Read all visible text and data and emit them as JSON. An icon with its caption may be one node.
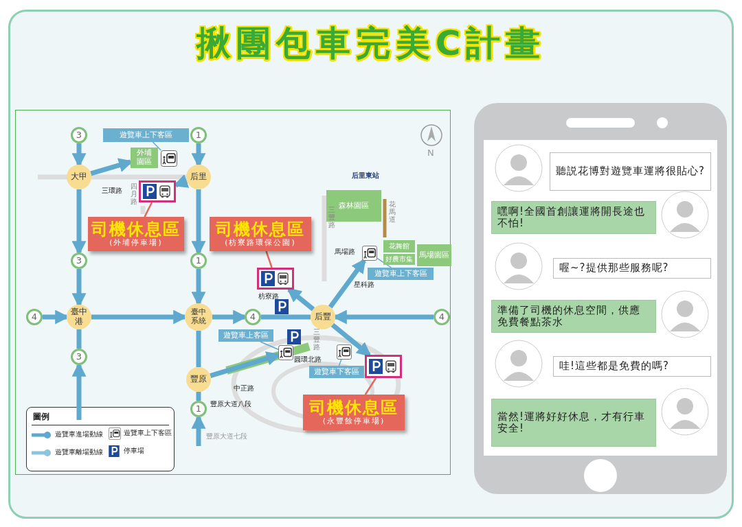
{
  "diagram": {
    "title": "揪團包車完美C計畫",
    "nodes": [
      {
        "text": [
          "3"
        ]
      },
      {
        "text": [
          "遊覽車上下客區"
        ]
      },
      {
        "text": [
          "1"
        ]
      },
      {
        "text": [
          "外埔園區"
        ]
      },
      {
        "text": [],
        "shape": "picture"
      },
      {
        "text": [
          "大甲"
        ]
      },
      {
        "text": [
          "后里"
        ]
      },
      {
        "text": [],
        "shape": "box"
      },
      {
        "text": [
          "司機休息區",
          "(外埔停車場)"
        ]
      },
      {
        "text": [
          "司機休息區",
          "(枋寮路環保公園)"
        ]
      },
      {
        "text": [
          "森林園區"
        ]
      },
      {
        "text": [],
        "shape": "box"
      },
      {
        "text": [
          "3"
        ]
      },
      {
        "text": [
          "1"
        ]
      },
      {
        "text": [
          "花舞館"
        ]
      },
      {
        "text": [
          "馬場園區"
        ]
      },
      {
        "text": [
          "好農市集"
        ]
      },
      {
        "text": [],
        "shape": "picture"
      },
      {
        "text": [
          "遊覽車上下客區"
        ]
      },
      {
        "text": [
          "臺中港"
        ]
      },
      {
        "text": [
          "臺中系統"
        ]
      },
      {
        "text": [
          "4"
        ]
      },
      {
        "text": [
          "4"
        ]
      },
      {
        "text": [
          "后豐"
        ]
      },
      {
        "text": [
          "4"
        ]
      },
      {
        "text": [
          "遊覽車上客區"
        ]
      },
      {
        "text": [],
        "shape": "picture"
      },
      {
        "text": [
          "3"
        ]
      },
      {
        "text": [
          "豐原"
        ]
      },
      {
        "text": [],
        "shape": "picture"
      },
      {
        "text": [
          "遊覽車下客區"
        ]
      },
      {
        "text": [],
        "shape": "box"
      },
      {
        "text": [
          "1"
        ]
      },
      {
        "text": [
          "司機休息區",
          "(永豐餘停車場)"
        ]
      },
      {
        "text": [
          "聽説花博對遊覽車運將很貼心?"
        ]
      },
      {
        "text": [
          "嘿啊!全國首創讓運將開長途也不怕!"
        ]
      },
      {
        "text": [
          "喔~?提供那些服務呢?"
        ]
      },
      {
        "text": [
          "準備了司機的休息空間，供應免費餐點茶水"
        ]
      },
      {
        "text": [
          "哇!這些都是免費的嗎?"
        ]
      },
      {
        "text": [
          "當然!運將好好休息，才有行車安全!"
        ]
      }
    ],
    "edges": [
      {
        "from": 1,
        "to": 4,
        "arrow": "none"
      },
      {
        "from": 8,
        "to": 7,
        "arrow": "none",
        "color": "#e5675c"
      },
      {
        "from": 9,
        "to": 11,
        "arrow": "none",
        "color": "#e5675c"
      },
      {
        "from": 18,
        "to": 17,
        "arrow": "none"
      },
      {
        "from": 25,
        "to": 26,
        "arrow": "none"
      },
      {
        "from": 30,
        "to": 29,
        "arrow": "none"
      },
      {
        "from": 33,
        "to": 31,
        "arrow": "none",
        "color": "#e5675c"
      },
      {
        "from": 0,
        "to": 5,
        "arrow": "to"
      },
      {
        "from": 5,
        "to": 12,
        "arrow": "to"
      },
      {
        "from": 12,
        "to": 19,
        "arrow": "to"
      },
      {
        "from": 19,
        "to": 27,
        "arrow": "none"
      },
      {
        "from": null,
        "to": 27,
        "arrow": "to"
      },
      {
        "from": 2,
        "to": 6,
        "arrow": "to"
      },
      {
        "from": 6,
        "to": 13,
        "arrow": "to"
      },
      {
        "from": 13,
        "to": 20,
        "arrow": "to"
      },
      {
        "from": 20,
        "to": 28,
        "arrow": "none"
      },
      {
        "from": 28,
        "to": 32,
        "arrow": "none"
      },
      {
        "from": null,
        "to": 32,
        "arrow": "to"
      },
      {
        "from": 21,
        "to": 19,
        "arrow": "to"
      },
      {
        "from": 19,
        "to": 20,
        "arrow": "to"
      },
      {
        "from": 20,
        "to": 22,
        "arrow": "to"
      },
      {
        "from": 22,
        "to": 23,
        "arrow": "none"
      },
      {
        "from": 24,
        "to": 23,
        "arrow": "to"
      },
      {
        "from": 6,
        "to": 7,
        "arrow": "to"
      },
      {
        "from": 5,
        "to": 3,
        "arrow": "to"
      },
      {
        "from": 23,
        "to": 17,
        "arrow": "to"
      },
      {
        "from": 23,
        "to": 11,
        "arrow": "to"
      },
      {
        "from": 28,
        "to": 26,
        "arrow": "to"
      },
      {
        "from": 23,
        "to": 31,
        "arrow": "to"
      }
    ],
    "labels": [
      "三環路",
      "四月路",
      "后里東站",
      "花馬道",
      "三豐路",
      "馬場路",
      "星科路",
      "枋寮路",
      "三豐路",
      "豐原大道八段",
      "圓環北路",
      "中正路",
      "豐原大道七段",
      "N",
      "圖例"
    ],
    "legend": [
      {
        "text": "遊覽車進場動線"
      },
      {
        "text": "遊覽車離場動線"
      },
      {
        "text": "遊覽車上下客區"
      },
      {
        "text": "停車場"
      }
    ]
  }
}
